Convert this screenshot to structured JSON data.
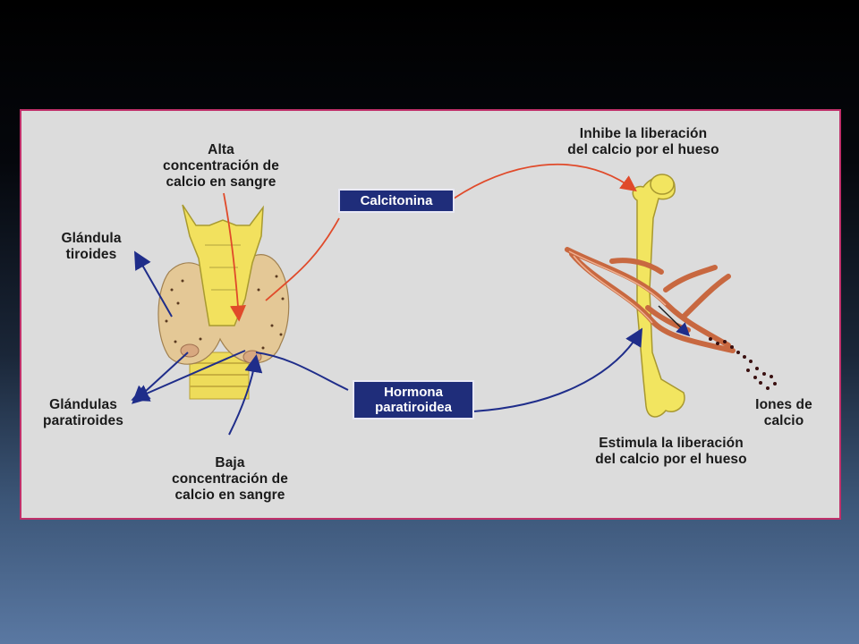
{
  "diagram": {
    "labels": {
      "alta": "Alta\nconcentración de\ncalcio en sangre",
      "inhibe": "Inhibe la liberación\ndel calcio por el hueso",
      "glandula_tiroides": "Glándula\ntiroides",
      "glandulas_paratiroides": "Glándulas\nparatiroides",
      "baja": "Baja\nconcentración de\ncalcio en sangre",
      "estimula": "Estimula la liberación\ndel calcio por el hueso",
      "iones": "Iones de\ncalcio"
    },
    "boxes": {
      "calcitonina": "Calcitonina",
      "hormona": "Hormona\nparatiroidea"
    },
    "colors": {
      "panel_border": "#c0306a",
      "box_fill": "#1f2d7a",
      "red_arrow": "#e04a2a",
      "blue_arrow": "#1f2d8a",
      "bone": "#f0e060",
      "thyroid": "#e8c898"
    }
  }
}
